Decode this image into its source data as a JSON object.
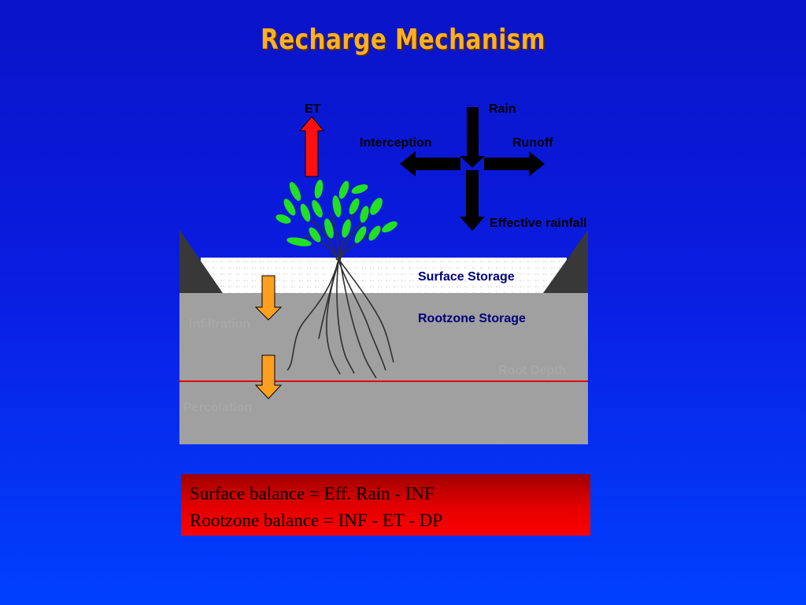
{
  "title": "Recharge Mechanism",
  "labels": {
    "et": "ET",
    "rain": "Rain",
    "interception": "Interception",
    "runoff": "Runoff",
    "effective_rainfall": "Effective rainfall",
    "surface_storage": "Surface Storage",
    "rootzone_storage": "Rootzone Storage",
    "infiltration": "Infiltration",
    "root_depth": "Root Depth",
    "percolation": "Percolation"
  },
  "balance": {
    "surface": "Surface balance = Eff. Rain - INF",
    "rootzone": "Rootzone balance = INF - ET - DP"
  },
  "colors": {
    "background": "#0a1ce0",
    "title": "#ffb020",
    "et_arrow": "#ff1010",
    "flux_arrow": "#ffa020",
    "soil": "#a0a0a0",
    "root_depth_line": "#e00000",
    "leaves": "#22e022"
  }
}
